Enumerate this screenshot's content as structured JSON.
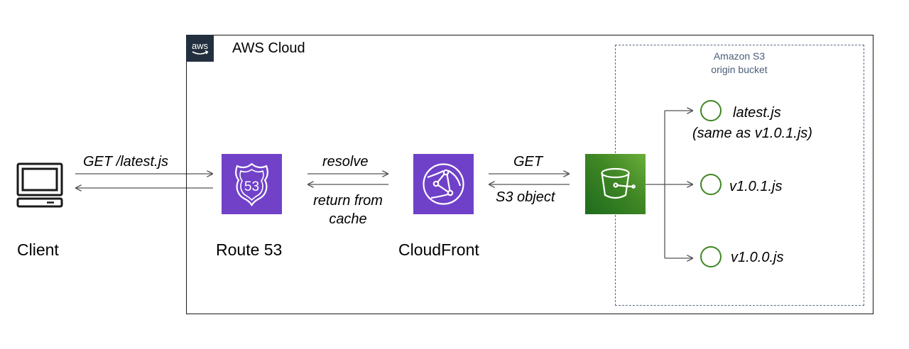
{
  "cloud": {
    "title": "AWS Cloud",
    "logo_text": "aws"
  },
  "s3_group": {
    "title_line1": "Amazon S3",
    "title_line2": "origin bucket"
  },
  "nodes": {
    "client": {
      "label": "Client",
      "icon": "desktop-computer-icon"
    },
    "route53": {
      "label": "Route 53",
      "icon": "route53-shield-icon",
      "badge": "53",
      "color": "#7142c8"
    },
    "cloudfront": {
      "label": "CloudFront",
      "icon": "cloudfront-globe-icon",
      "color": "#6f41c9"
    },
    "s3": {
      "icon": "s3-bucket-icon",
      "color": "#3f8624"
    }
  },
  "edges": {
    "client_route53": "GET /latest.js",
    "route53_cloudfront_forward": "resolve",
    "route53_cloudfront_back_line1": "return from",
    "route53_cloudfront_back_line2": "cache",
    "cloudfront_s3_forward": "GET",
    "cloudfront_s3_back": "S3 object"
  },
  "objects": [
    {
      "name": "latest.js",
      "note": "(same as v1.0.1.js)",
      "icon": "s3-object-icon"
    },
    {
      "name": "v1.0.1.js",
      "icon": "s3-object-icon"
    },
    {
      "name": "v1.0.0.js",
      "icon": "s3-object-icon"
    }
  ],
  "colors": {
    "object_green": "#3f8624",
    "arrow": "#555555",
    "group_border": "#5a6b86"
  }
}
